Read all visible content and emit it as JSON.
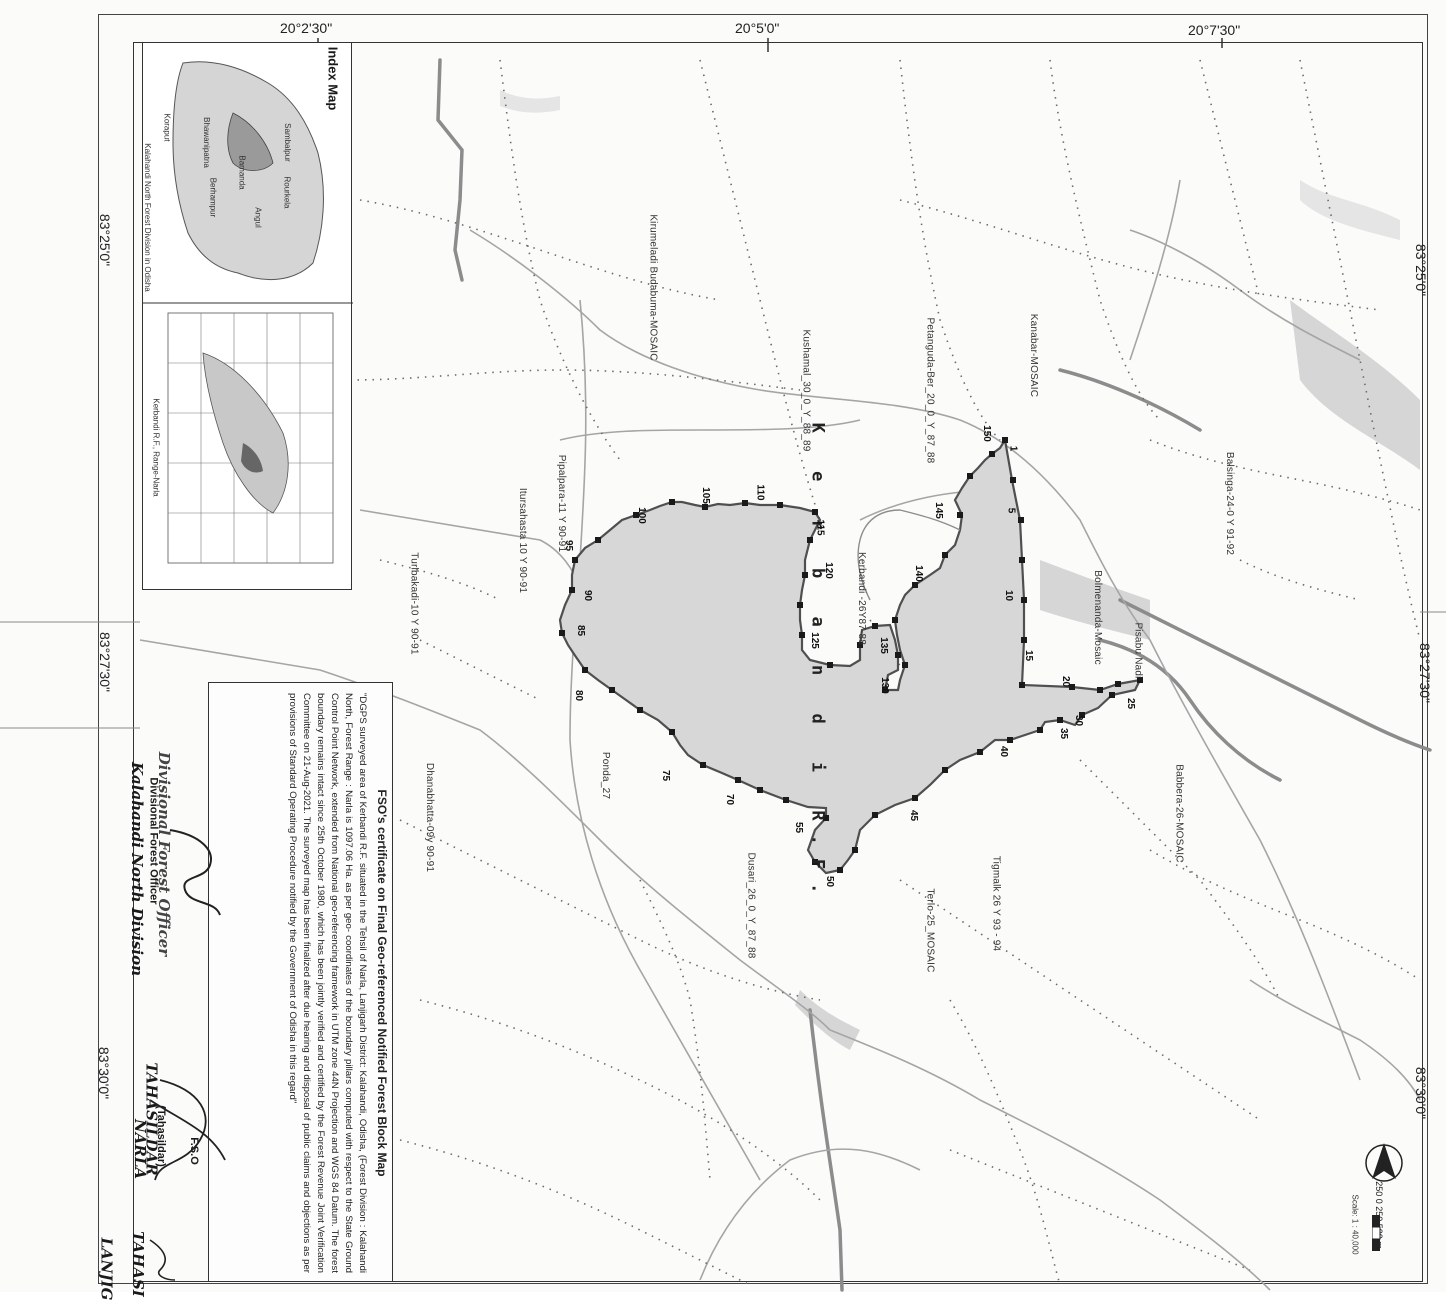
{
  "map": {
    "lat_ticks": [
      "20°2'30\"",
      "20°5'0\"",
      "20°7'30\""
    ],
    "lon_ticks_left": [
      "83°25'0\"",
      "83°27'30\"",
      "83°30'0\""
    ],
    "lon_ticks_right": [
      "83°25'0\"",
      "83°27'30\"",
      "83°30'0\""
    ],
    "rf_name": "K e r b a n d i   R.F.",
    "boundary_fill": "#d4d4d4",
    "boundary_stroke": "#555555",
    "road_color": "#9a9a9a",
    "water_color": "#c6c6c6"
  },
  "villages": [
    {
      "text": "Kanabar-MOSAIC"
    },
    {
      "text": "Petanguda-Ber_20_0_Y_87_88"
    },
    {
      "text": "Kushamal_30_0_Y_88_89"
    },
    {
      "text": "Kirumeladi Budabuma-MOSAIC"
    },
    {
      "text": "Pipalpara-11 Y 90-91"
    },
    {
      "text": "Itursahasta 10 Y 90-91"
    },
    {
      "text": "Turlbakadi-10 Y 90-91"
    },
    {
      "text": "Kerbandi -26Y87-88"
    },
    {
      "text": "Bolmenanda-Mosaic"
    },
    {
      "text": "Balsinga-24-0 Y 91-92"
    },
    {
      "text": "Pisabu Nadi"
    },
    {
      "text": "Babbera-26-MOSAIC"
    },
    {
      "text": "Dhanabhatta-09y 90-91"
    },
    {
      "text": "Ponda_27"
    },
    {
      "text": "Dusari_26_0_Y_87_88"
    },
    {
      "text": "Terlo-25_MOSAIC"
    },
    {
      "text": "Tigmalk 26 Y 93 - 94"
    }
  ],
  "pillars": [
    "1",
    "5",
    "10",
    "15",
    "20",
    "25",
    "30",
    "35",
    "40",
    "45",
    "50",
    "55",
    "70",
    "75",
    "80",
    "85",
    "90",
    "95",
    "100",
    "105",
    "110",
    "115",
    "120",
    "125",
    "130",
    "135",
    "140",
    "145",
    "150"
  ],
  "index_map": {
    "title": "Index Map",
    "caption_left": "Kalahandi North Forest Division in Odisha",
    "caption_right": "Kerbandi R.F., Range-Narla",
    "districts": [
      "Sambalpur",
      "Rourkela",
      "Bamanda",
      "Bhawanipatna",
      "Angul",
      "Koraput",
      "Berhampur"
    ]
  },
  "certificate": {
    "title": "FSO's certificate on Final Geo-referenced Notified Forest Block Map",
    "body": "\"DGPS surveyed area of Kerbandi R.F. situated in the Tehsil of Narla, Lanjigarh District: Kalahandi, Odisha, (Forest Division : Kalahandi North, Forest Range : Narla is 1097.06 Ha. as per geo- coordinates of the boundary pillars computed with respect to the State Ground Control Point Network, extended from National geo-referencing framework in UTM zone 44N Projection and WGS 84 Datum. The forest boundary remains intact since 25th October 1980, which has been jointly verified and certified by the Forest Revenue Joint Verification Committee on 21-Aug-2021. The surveyed map has been finalized after due hearing and disposal of public claims and objections as per provisions of Standard Operating Procedure notified by the Government of Odisha in this regard\"",
    "sig_left_title": "Divisional Forest Officer",
    "sig_left_unit": "Kalahandi North Division",
    "sig_left_stamp": "Divisional Forest Officer",
    "sig_mid_fso": "F.S.O",
    "sig_mid_tahasildar": "(Tahasildar)",
    "sig_mid_stamp": "TAHASILDAR",
    "sig_mid_place": "NARLA",
    "sig_right_stamp": "TAHASI",
    "sig_right_place": "LANJIG"
  },
  "scale": {
    "text": "250  0  250  500 m",
    "sub": "Scale: 1 : 40,000"
  }
}
